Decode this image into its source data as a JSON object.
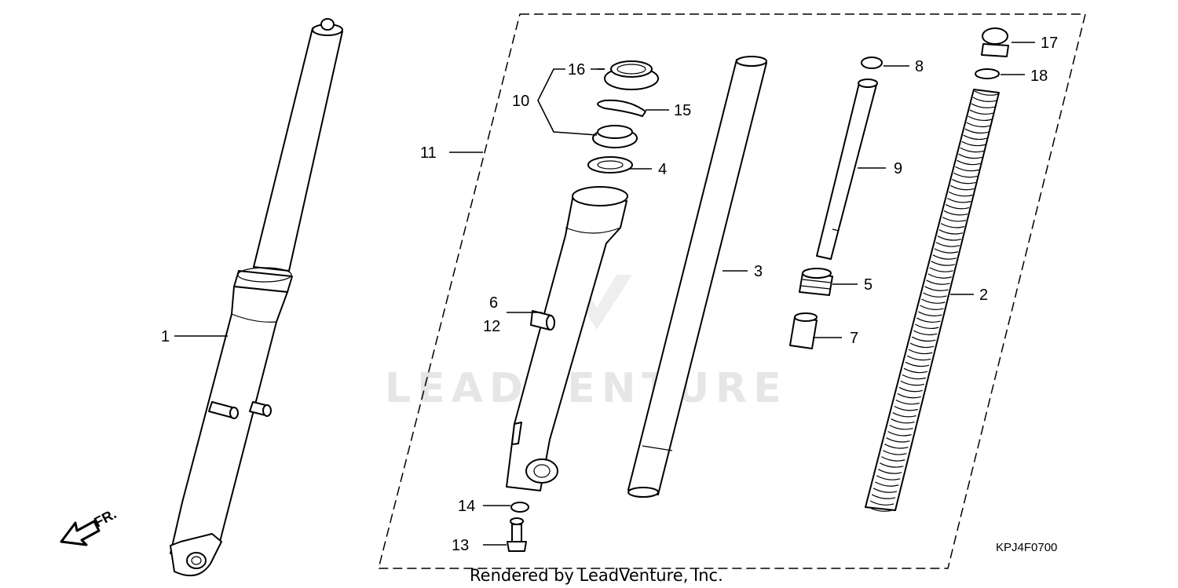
{
  "diagram_code": "KPJ4F0700",
  "footer_text": "Rendered by LeadVenture, Inc.",
  "watermark_text": "LEADVENTURE",
  "direction_label": "FR.",
  "callouts": [
    {
      "id": "c1",
      "label": "1"
    },
    {
      "id": "c2",
      "label": "2"
    },
    {
      "id": "c3",
      "label": "3"
    },
    {
      "id": "c4",
      "label": "4"
    },
    {
      "id": "c5",
      "label": "5"
    },
    {
      "id": "c6",
      "label": "6"
    },
    {
      "id": "c7",
      "label": "7"
    },
    {
      "id": "c8",
      "label": "8"
    },
    {
      "id": "c9",
      "label": "9"
    },
    {
      "id": "c10",
      "label": "10"
    },
    {
      "id": "c11",
      "label": "11"
    },
    {
      "id": "c12",
      "label": "12"
    },
    {
      "id": "c13",
      "label": "13"
    },
    {
      "id": "c14",
      "label": "14"
    },
    {
      "id": "c15",
      "label": "15"
    },
    {
      "id": "c16",
      "label": "16"
    },
    {
      "id": "c17",
      "label": "17"
    },
    {
      "id": "c18",
      "label": "18"
    }
  ]
}
